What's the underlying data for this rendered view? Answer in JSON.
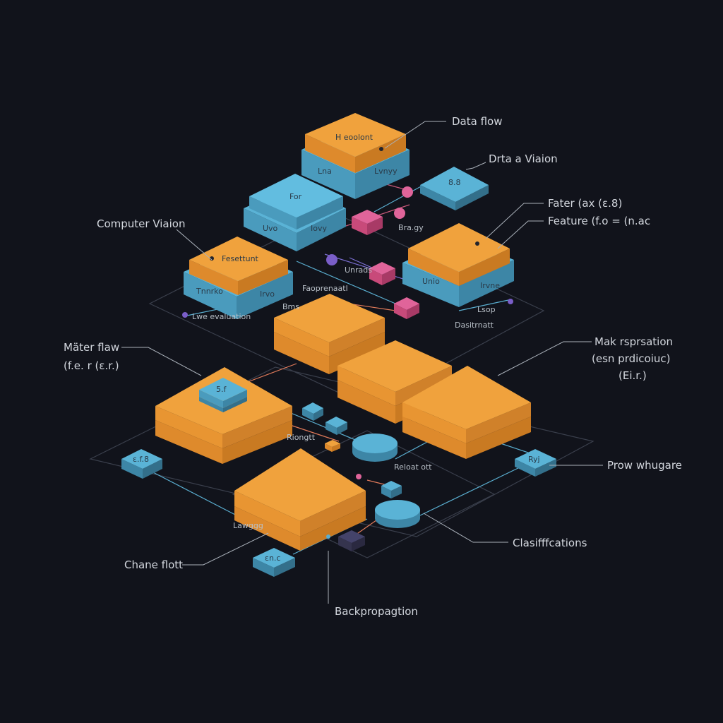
{
  "labels": {
    "data_flow": "Data flow",
    "data_vision": "Drta a Viaion",
    "fater": "Fater (ax (ε.8)",
    "feature": "Feature (f.o = (n.ac",
    "computer_vision": "Computer Viaion",
    "mater_flaw_1": "Mäter flaw",
    "mater_flaw_2": "(f.e. r (ε.r.)",
    "mak_1": "Mak rsprsation",
    "mak_2": "(esn prdicoiuc)",
    "mak_3": "(Ei.r.)",
    "prow": "Prow whugare",
    "classification": "Clasifffcations",
    "chane": "Chane flott",
    "backprop": "Backpropagtion"
  },
  "block_text": {
    "top": "H eoolont",
    "top_a": "Lna",
    "top_b": "Lvnyy",
    "for": "For",
    "for_a": "Uvo",
    "for_b": "Iovy",
    "fese": "Fesettunt",
    "fese_a": "Tnnrko",
    "fese_b": "Irvo",
    "right_a": "Unio",
    "right_b": "Irvne",
    "small_a": "8.8",
    "small_b": "5.f",
    "small_c": "ε.f.8",
    "small_d": "εn.c",
    "small_e": "Ryj"
  },
  "mini_text": {
    "lwe": "Lwe evaluation",
    "faproc": "Faoprenaatl",
    "bms": "Bms",
    "uncrn": "Unrads",
    "bra": "Bra.gy",
    "dast": "Dasitrnatt",
    "riongt": "Riongtt",
    "relaot": "Reloat ott",
    "lawgg": "Lawggg",
    "lsop": "Lsop"
  }
}
